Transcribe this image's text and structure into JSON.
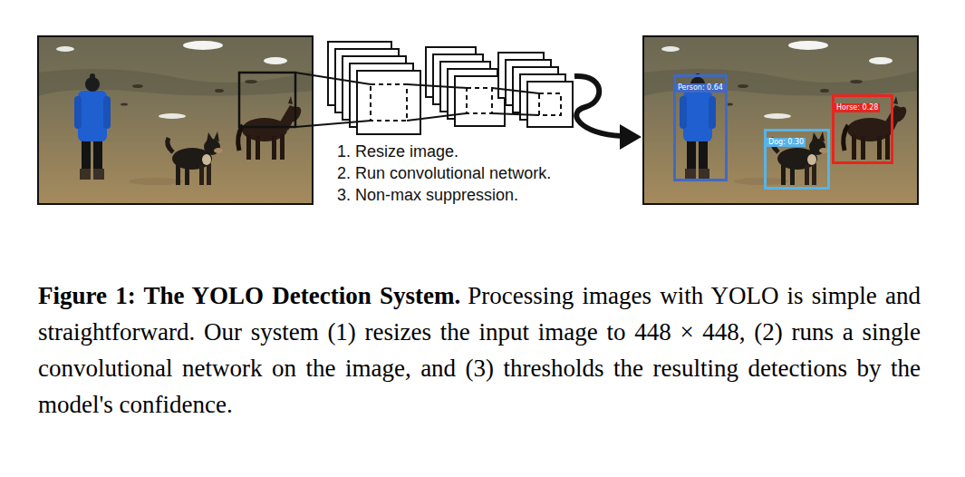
{
  "diagram": {
    "caption": "Figure 1: The YOLO Detection System.",
    "nodes": [
      {
        "text": [
          "Person: 0.64"
        ]
      },
      {
        "text": [
          "Dog: 0.30"
        ]
      },
      {
        "text": [
          "Horse: 0.28"
        ]
      }
    ],
    "labels": [
      "1. Resize image.",
      "2. Run convolutional network.",
      "3. Non-max suppression.",
      "Processing images with YOLO is simple and straightforward. Our system (1) resizes the input image to 448 × 448, (2) runs a single convolutional network on the image, and (3) thresholds the resulting detections by the model's confidence."
    ]
  }
}
